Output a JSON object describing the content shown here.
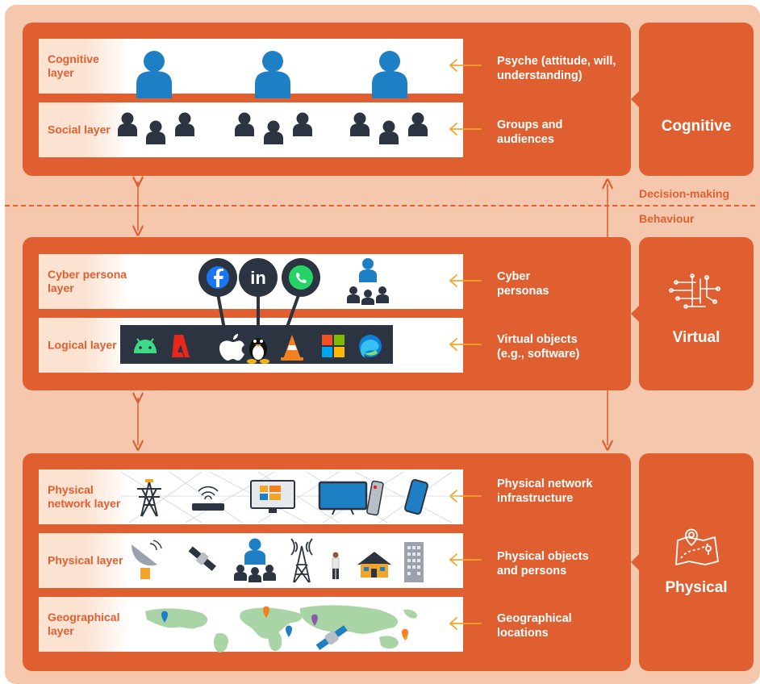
{
  "groups": {
    "cognitive": "Cognitive",
    "virtual": "Virtual",
    "physical": "Physical"
  },
  "layers": [
    {
      "label": "Cognitive layer",
      "description": "Psyche (attitude, will, understanding)"
    },
    {
      "label": "Social layer",
      "description": "Groups and audiences"
    },
    {
      "label": "Cyber persona layer",
      "description": "Cyber personas"
    },
    {
      "label": "Logical layer",
      "description": "Virtual objects (e.g., software)"
    },
    {
      "label": "Physical network layer",
      "description": "Physical network infrastructure"
    },
    {
      "label": "Physical layer",
      "description": "Physical objects and persons"
    },
    {
      "label": "Geographical layer",
      "description": "Geographical locations"
    }
  ],
  "divider": {
    "above": "Decision-making",
    "below": "Behaviour"
  },
  "colors": {
    "accent": "#e05f30",
    "background": "#f5c8ae",
    "person_blue": "#1f7fc5",
    "person_dark": "#2b3440",
    "arrow_yellow": "#f3a52a"
  },
  "icons": {
    "social": [
      "facebook-icon",
      "linkedin-icon",
      "whatsapp-icon"
    ],
    "logical": [
      "android-icon",
      "adobe-icon",
      "apple-icon",
      "linux-icon",
      "vlc-icon",
      "windows-icon",
      "edge-icon"
    ]
  }
}
